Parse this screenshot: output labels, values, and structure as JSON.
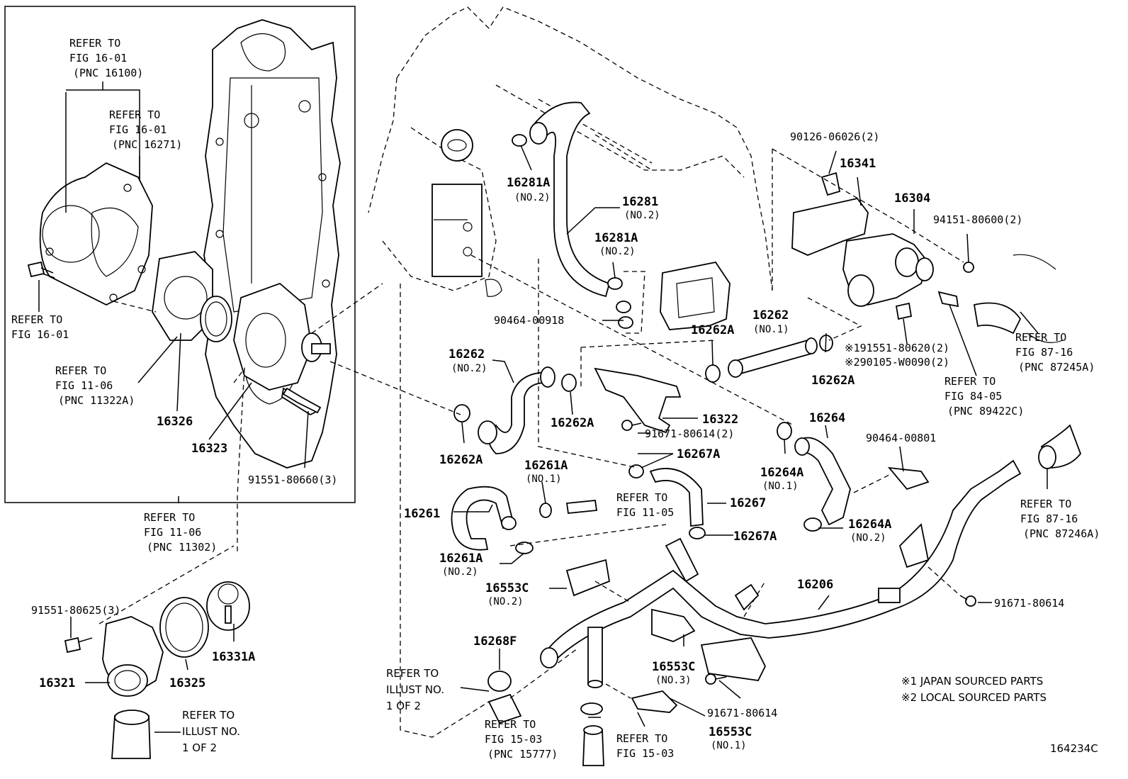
{
  "diagram_id": "164234C",
  "notes": {
    "n1": "※1 JAPAN SOURCED PARTS",
    "n2": "※2 LOCAL SOURCED PARTS"
  },
  "refs": {
    "r1": [
      "REFER TO",
      "FIG 16-01",
      "(PNC 16100)"
    ],
    "r2": [
      "REFER TO",
      "FIG 16-01",
      "(PNC 16271)"
    ],
    "r3": [
      "REFER TO",
      "FIG 16-01"
    ],
    "r4": [
      "REFER TO",
      "FIG 11-06",
      "(PNC 11322A)"
    ],
    "r5": [
      "REFER TO",
      "FIG 11-06",
      "(PNC 11302)"
    ],
    "r6": [
      "REFER TO",
      "ILLUST NO.",
      "1 OF 2"
    ],
    "r7": [
      "REFER TO",
      "ILLUST NO.",
      "1 OF 2"
    ],
    "r8": [
      "REFER TO",
      "FIG 15-03",
      "(PNC 15777)"
    ],
    "r9": [
      "REFER TO",
      "FIG 15-03"
    ],
    "r10": [
      "REFER TO",
      "FIG 11-05"
    ],
    "r11": [
      "REFER TO",
      "FIG 87-16",
      "(PNC 87245A)"
    ],
    "r12": [
      "REFER TO",
      "FIG 84-05",
      "(PNC 89422C)"
    ],
    "r13": [
      "REFER TO",
      "FIG 87-16",
      "(PNC 87246A)"
    ]
  },
  "parts": {
    "p16326": "16326",
    "p16323": "16323",
    "p91551_80660": "91551-80660(3)",
    "p91551_80625": "91551-80625(3)",
    "p16321": "16321",
    "p16325": "16325",
    "p16331A": "16331A",
    "p16281A_top": "16281A",
    "p16281A_top_sub": "(NO.2)",
    "p16281": "16281",
    "p16281_sub": "(NO.2)",
    "p16281A_mid": "16281A",
    "p16281A_mid_sub": "(NO.2)",
    "p90464_00918": "90464-00918",
    "p16262_left": "16262",
    "p16262_left_sub": "(NO.2)",
    "p16262A_a": "16262A",
    "p16262A_b": "16262A",
    "p16262A_c": "16262A",
    "p16262A_d": "16262A",
    "p16262_right": "16262",
    "p16262_right_sub": "(NO.1)",
    "p16322": "16322",
    "p91671_80614_2": "91671-80614(2)",
    "p16261A_top": "16261A",
    "p16261A_top_sub": "(NO.1)",
    "p16261": "16261",
    "p16261A_bot": "16261A",
    "p16261A_bot_sub": "(NO.2)",
    "p16267A_top": "16267A",
    "p16267": "16267",
    "p16267A_bot": "16267A",
    "p16264": "16264",
    "p16264A_top": "16264A",
    "p16264A_top_sub": "(NO.1)",
    "p16264A_bot": "16264A",
    "p16264A_bot_sub": "(NO.2)",
    "p90464_00801": "90464-00801",
    "p16553C_top": "16553C",
    "p16553C_top_sub": "(NO.2)",
    "p16206": "16206",
    "p16268F": "16268F",
    "p16553C_mid": "16553C",
    "p16553C_mid_sub": "(NO.3)",
    "p91671_80614_a": "91671-80614",
    "p16553C_bot": "16553C",
    "p16553C_bot_sub": "(NO.1)",
    "p91671_80614_b": "91671-80614",
    "p90126_06026": "90126-06026(2)",
    "p16341": "16341",
    "p16304": "16304",
    "p94151_80600": "94151-80600(2)",
    "p91551_80620": "※191551-80620(2)",
    "p290105_W0090": "※290105-W0090(2)"
  },
  "icons": [
    "water-pump-icon",
    "timing-cover-icon",
    "thermostat-icon",
    "hose-icon",
    "clamp-icon",
    "bolt-icon",
    "water-pipe-icon",
    "engine-block-icon"
  ]
}
